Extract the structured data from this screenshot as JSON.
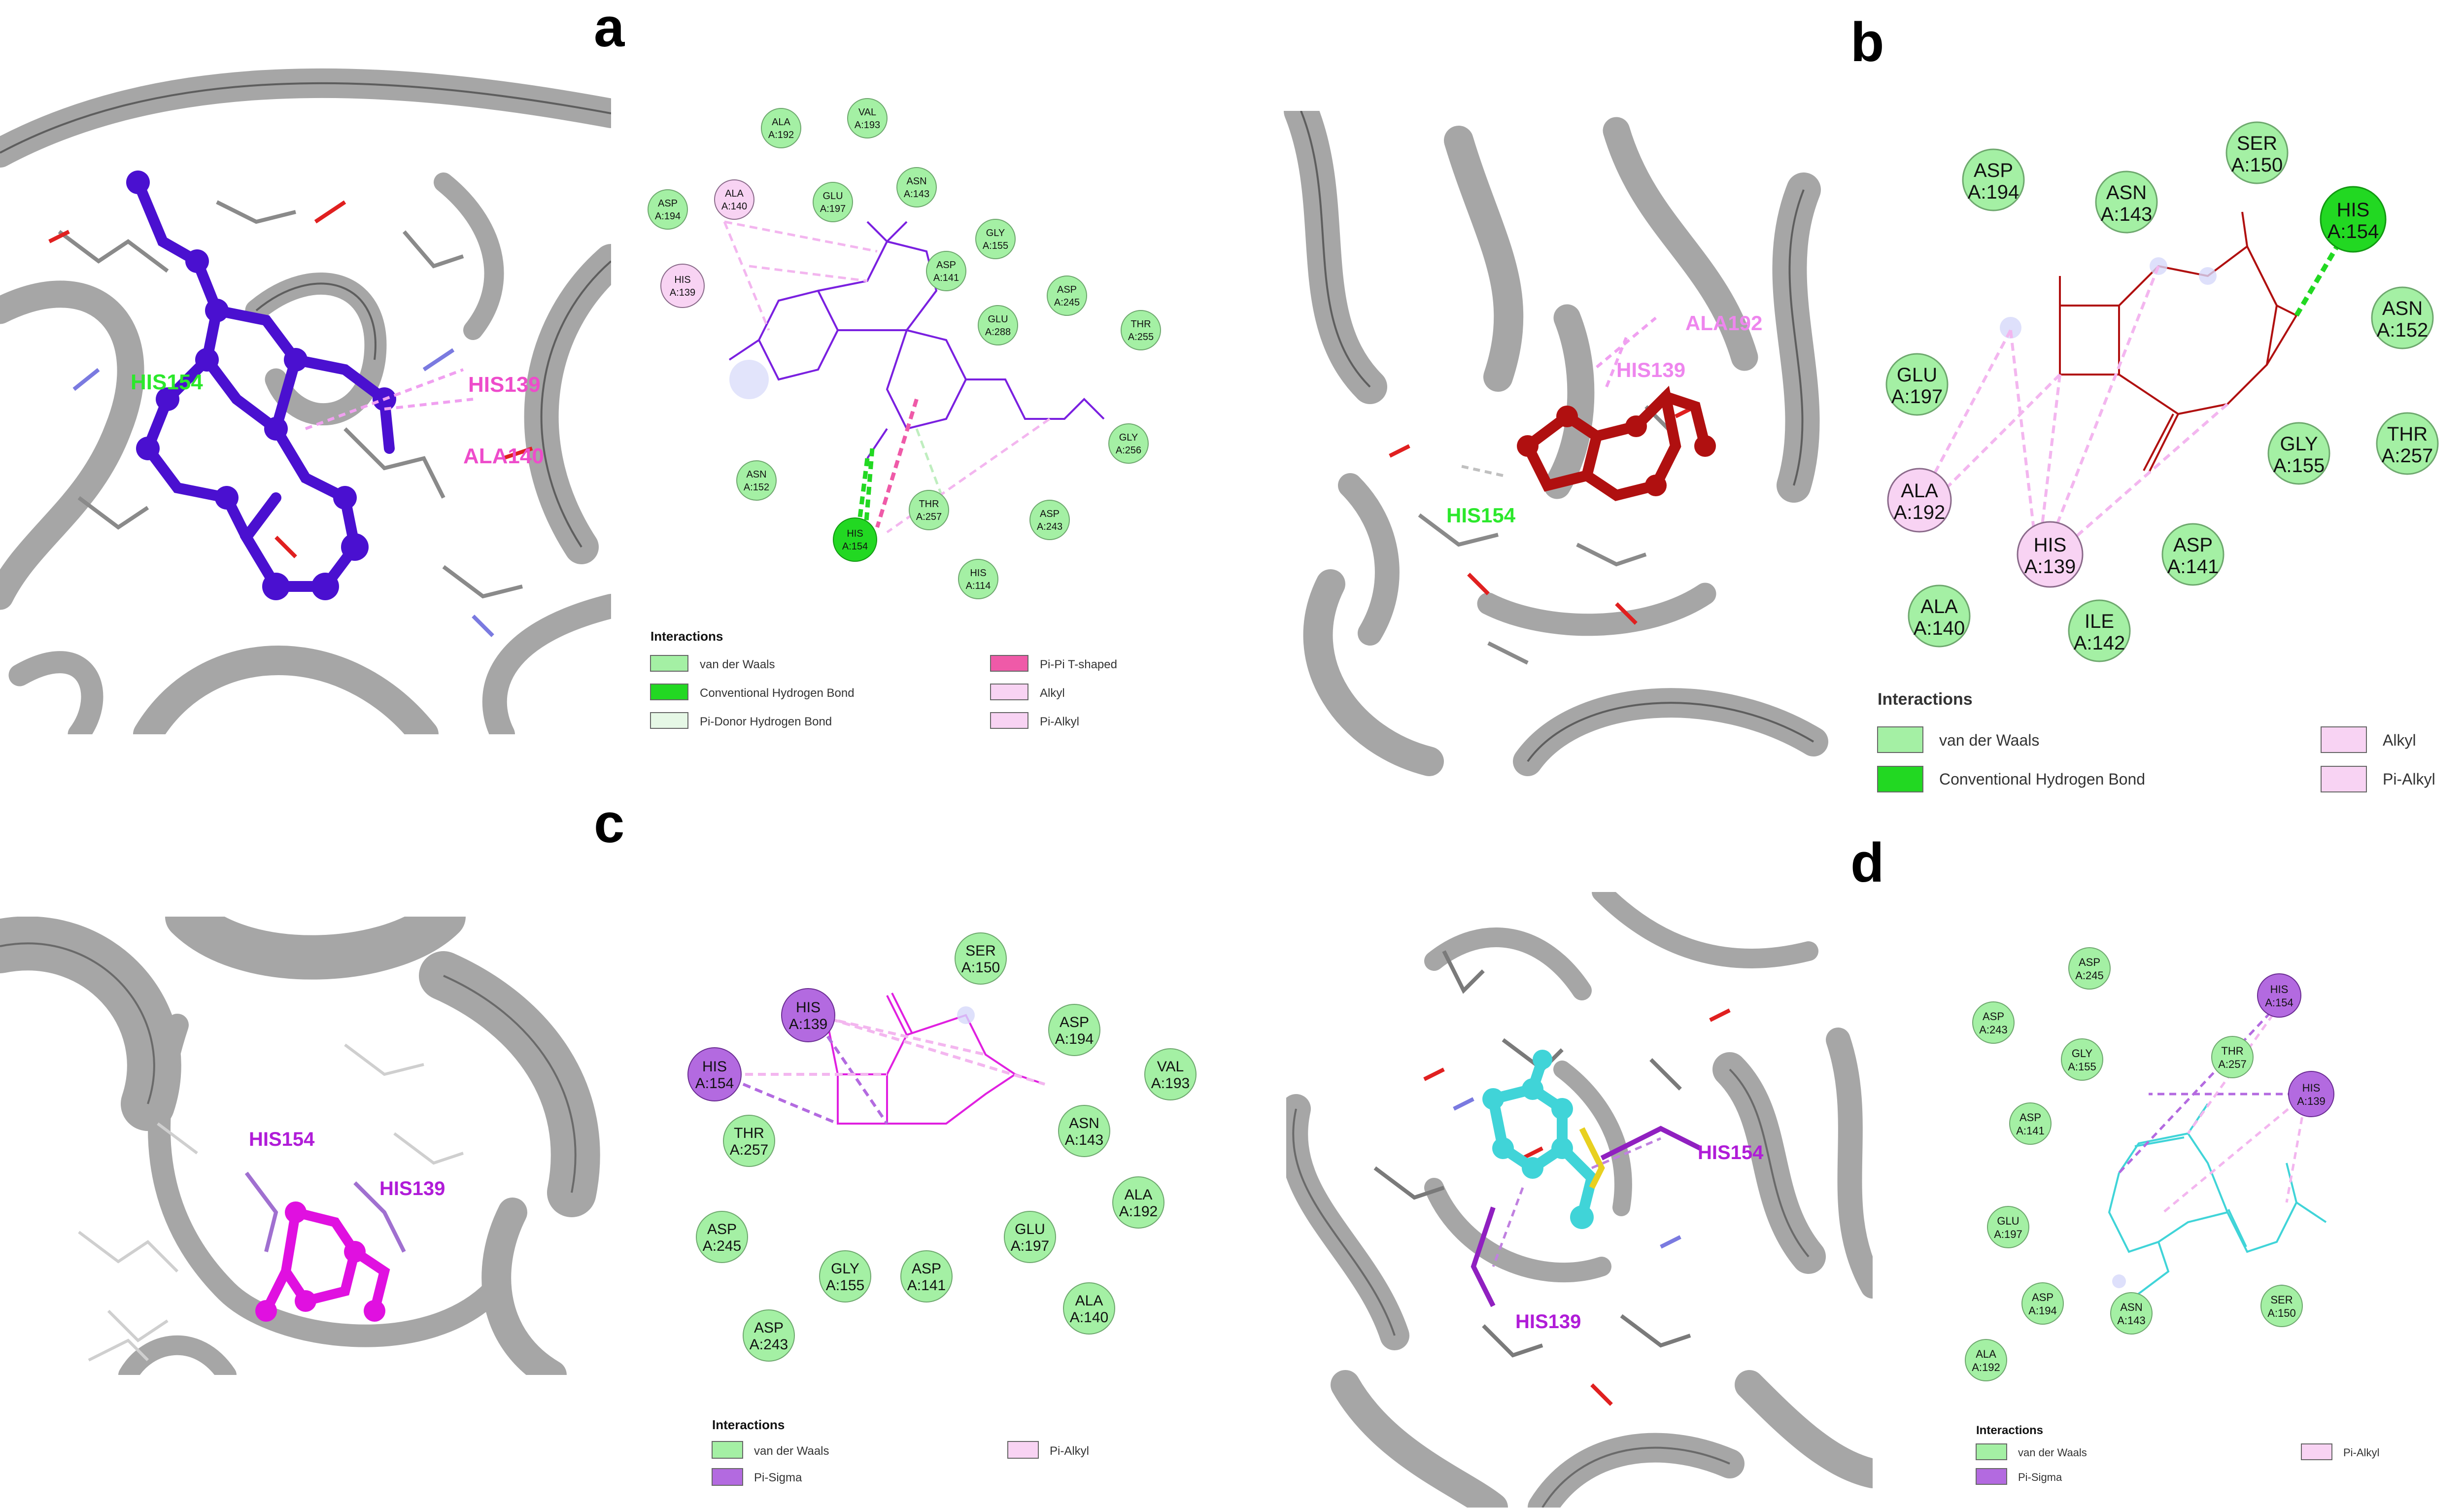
{
  "colors": {
    "vdw_fill": "#a4f0a4",
    "vdw_stroke": "#6ea86e",
    "hbond_fill": "#22d822",
    "hbond_stroke": "#129912",
    "pidonor_fill": "#e6f8e6",
    "pipi_fill": "#ef5aa8",
    "alkyl_fill": "#f8d3f3",
    "alkyl_stroke": "#8a6a8a",
    "pisigma_fill": "#b36ae0",
    "pisigma_stroke": "#6a2c92",
    "ribbon": "#a8a8a8",
    "ribbon_dark": "#5a5a5a",
    "ligand_a": "#4a10d0",
    "ligand_b": "#b01010",
    "ligand_c": "#e010e0",
    "ligand_d": "#40d4d8"
  },
  "panels": [
    {
      "letter": "a",
      "view_labels": [
        {
          "text": "HIS154",
          "color": "#2ce82c"
        },
        {
          "text": "HIS139",
          "color": "#ee4ccb"
        },
        {
          "text": "ALA140",
          "color": "#ee4ccb"
        }
      ],
      "residues": [
        {
          "name": "ALA",
          "id": "A:192",
          "type": "vdw"
        },
        {
          "name": "VAL",
          "id": "A:193",
          "type": "vdw"
        },
        {
          "name": "ASP",
          "id": "A:194",
          "type": "vdw"
        },
        {
          "name": "ALA",
          "id": "A:140",
          "type": "alkyl"
        },
        {
          "name": "GLU",
          "id": "A:197",
          "type": "vdw"
        },
        {
          "name": "ASN",
          "id": "A:143",
          "type": "vdw"
        },
        {
          "name": "GLY",
          "id": "A:155",
          "type": "vdw"
        },
        {
          "name": "HIS",
          "id": "A:139",
          "type": "alkyl"
        },
        {
          "name": "ASP",
          "id": "A:141",
          "type": "vdw"
        },
        {
          "name": "ASP",
          "id": "A:245",
          "type": "vdw"
        },
        {
          "name": "GLU",
          "id": "A:288",
          "type": "vdw"
        },
        {
          "name": "THR",
          "id": "A:255",
          "type": "vdw"
        },
        {
          "name": "GLY",
          "id": "A:256",
          "type": "vdw"
        },
        {
          "name": "ASN",
          "id": "A:152",
          "type": "vdw"
        },
        {
          "name": "THR",
          "id": "A:257",
          "type": "vdw"
        },
        {
          "name": "ASP",
          "id": "A:243",
          "type": "vdw"
        },
        {
          "name": "HIS",
          "id": "A:154",
          "type": "hbond"
        },
        {
          "name": "HIS",
          "id": "A:114",
          "type": "vdw"
        }
      ],
      "legend_title": "Interactions",
      "legend": [
        {
          "label": "van der Waals",
          "type": "vdw"
        },
        {
          "label": "Conventional Hydrogen Bond",
          "type": "hbond"
        },
        {
          "label": "Pi-Donor Hydrogen Bond",
          "type": "pidonor"
        },
        {
          "label": "Pi-Pi T-shaped",
          "type": "pipi"
        },
        {
          "label": "Alkyl",
          "type": "alkyl"
        },
        {
          "label": "Pi-Alkyl",
          "type": "alkyl"
        }
      ]
    },
    {
      "letter": "b",
      "view_labels": [
        {
          "text": "ALA192",
          "color": "#ee86ee"
        },
        {
          "text": "HIS139",
          "color": "#ee86ee"
        },
        {
          "text": "HIS154",
          "color": "#2ce82c"
        }
      ],
      "residues": [
        {
          "name": "ASP",
          "id": "A:194",
          "type": "vdw"
        },
        {
          "name": "SER",
          "id": "A:150",
          "type": "vdw"
        },
        {
          "name": "ASN",
          "id": "A:143",
          "type": "vdw"
        },
        {
          "name": "HIS",
          "id": "A:154",
          "type": "hbond"
        },
        {
          "name": "ASN",
          "id": "A:152",
          "type": "vdw"
        },
        {
          "name": "GLU",
          "id": "A:197",
          "type": "vdw"
        },
        {
          "name": "THR",
          "id": "A:257",
          "type": "vdw"
        },
        {
          "name": "GLY",
          "id": "A:155",
          "type": "vdw"
        },
        {
          "name": "ALA",
          "id": "A:192",
          "type": "alkyl"
        },
        {
          "name": "HIS",
          "id": "A:139",
          "type": "alkyl"
        },
        {
          "name": "ASP",
          "id": "A:141",
          "type": "vdw"
        },
        {
          "name": "ALA",
          "id": "A:140",
          "type": "vdw"
        },
        {
          "name": "ILE",
          "id": "A:142",
          "type": "vdw"
        }
      ],
      "legend_title": "Interactions",
      "legend": [
        {
          "label": "van der Waals",
          "type": "vdw"
        },
        {
          "label": "Conventional Hydrogen Bond",
          "type": "hbond"
        },
        {
          "label": "Alkyl",
          "type": "alkyl"
        },
        {
          "label": "Pi-Alkyl",
          "type": "alkyl"
        }
      ]
    },
    {
      "letter": "c",
      "view_labels": [
        {
          "text": "HIS154",
          "color": "#b01cd8"
        },
        {
          "text": "HIS139",
          "color": "#b01cd8"
        }
      ],
      "residues": [
        {
          "name": "SER",
          "id": "A:150",
          "type": "vdw"
        },
        {
          "name": "HIS",
          "id": "A:139",
          "type": "pisigma"
        },
        {
          "name": "ASP",
          "id": "A:194",
          "type": "vdw"
        },
        {
          "name": "VAL",
          "id": "A:193",
          "type": "vdw"
        },
        {
          "name": "HIS",
          "id": "A:154",
          "type": "pisigma"
        },
        {
          "name": "THR",
          "id": "A:257",
          "type": "vdw"
        },
        {
          "name": "ASN",
          "id": "A:143",
          "type": "vdw"
        },
        {
          "name": "ALA",
          "id": "A:192",
          "type": "vdw"
        },
        {
          "name": "ASP",
          "id": "A:245",
          "type": "vdw"
        },
        {
          "name": "GLU",
          "id": "A:197",
          "type": "vdw"
        },
        {
          "name": "GLY",
          "id": "A:155",
          "type": "vdw"
        },
        {
          "name": "ASP",
          "id": "A:141",
          "type": "vdw"
        },
        {
          "name": "ALA",
          "id": "A:140",
          "type": "vdw"
        },
        {
          "name": "ASP",
          "id": "A:243",
          "type": "vdw"
        }
      ],
      "legend_title": "Interactions",
      "legend": [
        {
          "label": "van der Waals",
          "type": "vdw"
        },
        {
          "label": "Pi-Sigma",
          "type": "pisigma"
        },
        {
          "label": "Pi-Alkyl",
          "type": "alkyl"
        }
      ]
    },
    {
      "letter": "d",
      "view_labels": [
        {
          "text": "HIS154",
          "color": "#b01cd8"
        },
        {
          "text": "HIS139",
          "color": "#b01cd8"
        }
      ],
      "residues": [
        {
          "name": "ASP",
          "id": "A:245",
          "type": "vdw"
        },
        {
          "name": "HIS",
          "id": "A:154",
          "type": "pisigma"
        },
        {
          "name": "ASP",
          "id": "A:243",
          "type": "vdw"
        },
        {
          "name": "GLY",
          "id": "A:155",
          "type": "vdw"
        },
        {
          "name": "THR",
          "id": "A:257",
          "type": "vdw"
        },
        {
          "name": "HIS",
          "id": "A:139",
          "type": "pisigma"
        },
        {
          "name": "ASP",
          "id": "A:141",
          "type": "vdw"
        },
        {
          "name": "GLU",
          "id": "A:197",
          "type": "vdw"
        },
        {
          "name": "ASP",
          "id": "A:194",
          "type": "vdw"
        },
        {
          "name": "ASN",
          "id": "A:143",
          "type": "vdw"
        },
        {
          "name": "SER",
          "id": "A:150",
          "type": "vdw"
        },
        {
          "name": "ALA",
          "id": "A:192",
          "type": "vdw"
        }
      ],
      "legend_title": "Interactions",
      "legend": [
        {
          "label": "van der Waals",
          "type": "vdw"
        },
        {
          "label": "Pi-Sigma",
          "type": "pisigma"
        },
        {
          "label": "Pi-Alkyl",
          "type": "alkyl"
        }
      ]
    }
  ]
}
